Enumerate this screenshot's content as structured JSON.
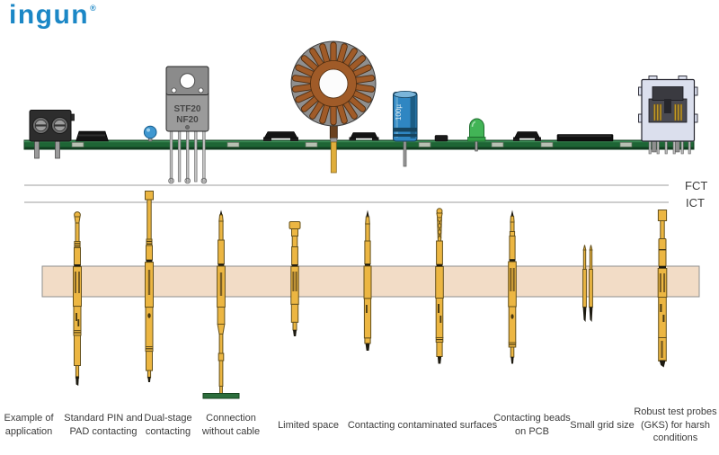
{
  "logo": {
    "name": "ingun",
    "registered_mark": "®"
  },
  "levels": {
    "fct_label": "FCT",
    "ict_label": "ICT"
  },
  "board": {
    "transistor_marking_line1": "STF20",
    "transistor_marking_line2": "NF20",
    "capacitor_marking": "100µ"
  },
  "captions": [
    {
      "text": "Example of application"
    },
    {
      "text": "Standard PIN and PAD contacting"
    },
    {
      "text": "Dual-stage contacting"
    },
    {
      "text": "Connection without cable"
    },
    {
      "text": "Limited space"
    },
    {
      "text": "Contacting contaminated surfaces"
    },
    {
      "text": "Contacting beads on PCB"
    },
    {
      "text": "Small grid size"
    },
    {
      "text": "Robust test probes (GKS) for harsh conditions"
    }
  ],
  "colors": {
    "logo_blue": "#1b87c6",
    "pcb_green": "#1e6535",
    "probe_gold": "#ecb642",
    "fixture_plate_beige": "#f2dcc6"
  }
}
